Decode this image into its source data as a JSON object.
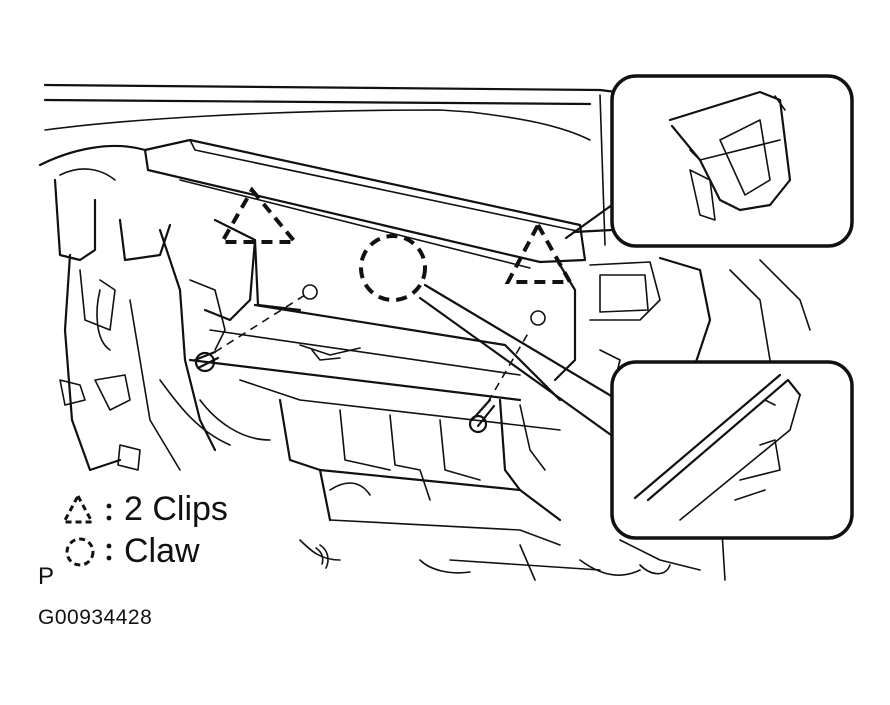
{
  "legend": {
    "clips_label": "2 Clips",
    "claw_label": "Claw",
    "clip_symbol_icon": "dashed-triangle-icon",
    "claw_symbol_icon": "dashed-circle-icon"
  },
  "corner_letter": "P",
  "figure_code": "G00934428"
}
